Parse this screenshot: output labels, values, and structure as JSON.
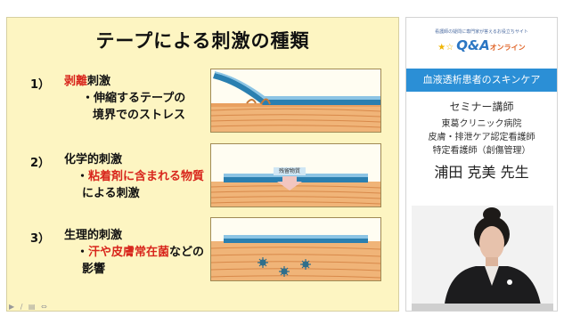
{
  "slide": {
    "title": "テープによる刺激の種類",
    "items": [
      {
        "num": "1）",
        "line1_red": "剥離",
        "line1_rest": "刺激",
        "line2": "・伸縮するテープの",
        "line3": "境界でのストレス"
      },
      {
        "num": "2）",
        "line1": "化学的刺激",
        "line2_bullet": "・",
        "line2_red": "粘着剤に含まれる物質",
        "line3": "による刺激"
      },
      {
        "num": "3）",
        "line1": "生理的刺激",
        "line2_bullet": "・",
        "line2_red": "汗や皮膚常在菌",
        "line2_rest": "などの",
        "line3": "影響"
      }
    ],
    "residue_label": "残留物質"
  },
  "toolbar": {
    "icons": "▶ ∕ ▤ ⇔"
  },
  "panel": {
    "logo_small": "看護師の疑問に専門家が答えるお役立ちサイト",
    "logo_main": "Q&A",
    "logo_sub": "オンライン",
    "banner": "血液透析患者のスキンケア",
    "role": "セミナー講師",
    "org1": "東葛クリニック病院",
    "org2": "皮膚・排泄ケア認定看護師",
    "org3": "特定看護師（創傷管理）",
    "speaker": "浦田 克美 先生"
  },
  "colors": {
    "slide_bg": "#fdf5c2",
    "accent_red": "#d8261c",
    "banner_blue": "#2b8fd6",
    "tape_blue": "#2a7fb0",
    "skin_orange": "#f0b478"
  }
}
